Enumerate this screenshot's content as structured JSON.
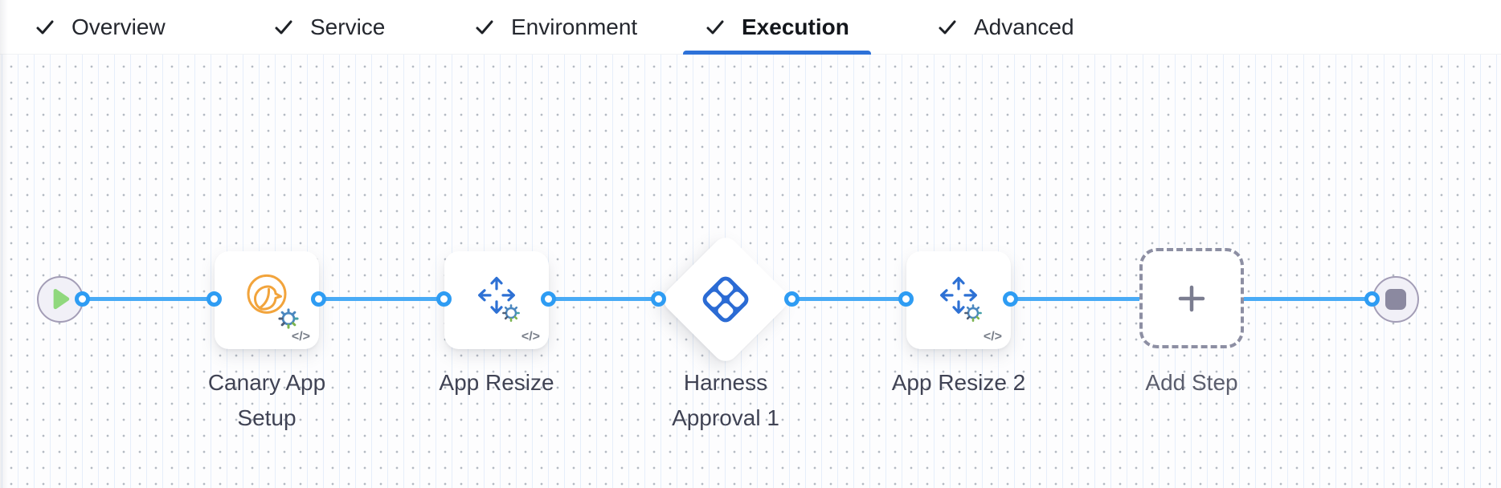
{
  "header": {
    "tabs": [
      {
        "label": "Overview",
        "checked": true,
        "active": false
      },
      {
        "label": "Service",
        "checked": true,
        "active": false
      },
      {
        "label": "Environment",
        "checked": true,
        "active": false
      },
      {
        "label": "Execution",
        "checked": true,
        "active": true
      },
      {
        "label": "Advanced",
        "checked": true,
        "active": false
      }
    ],
    "check_icon": "checkmark",
    "active_underline_color": "#2d71d8"
  },
  "canvas": {
    "nodes": [
      {
        "id": "start",
        "type": "start",
        "icon": "play-icon"
      },
      {
        "id": "canary-app-setup",
        "type": "step",
        "label": "Canary App Setup",
        "icon": "canary-icon",
        "gear_icon": "gear-icon",
        "badge": "</>"
      },
      {
        "id": "app-resize",
        "type": "step",
        "label": "App Resize",
        "icon": "resize-arrows-icon",
        "gear_icon": "gear-icon",
        "badge": "</>"
      },
      {
        "id": "harness-approval-1",
        "type": "approval",
        "label": "Harness Approval 1",
        "icon": "harness-logo-icon"
      },
      {
        "id": "app-resize-2",
        "type": "step",
        "label": "App Resize 2",
        "icon": "resize-arrows-icon",
        "gear_icon": "gear-icon",
        "badge": "</>"
      },
      {
        "id": "add-step",
        "type": "add",
        "label": "Add Step",
        "icon": "plus-icon"
      },
      {
        "id": "end",
        "type": "end",
        "icon": "stop-icon"
      }
    ]
  },
  "colors": {
    "connector_line": "#49abf6",
    "port_ring": "#2e9cf3",
    "active_tab_underline": "#2d71d8",
    "harness_logo_blue": "#2b6bd4",
    "canary_orange": "#f2a43c",
    "resize_arrow_blue": "#2e71d4",
    "play_green": "#90d87d",
    "stop_gray": "#8b89a0",
    "terminal_border": "#a39db6",
    "dashed_add_step": "#8d8fa3",
    "label_text": "#404354"
  }
}
